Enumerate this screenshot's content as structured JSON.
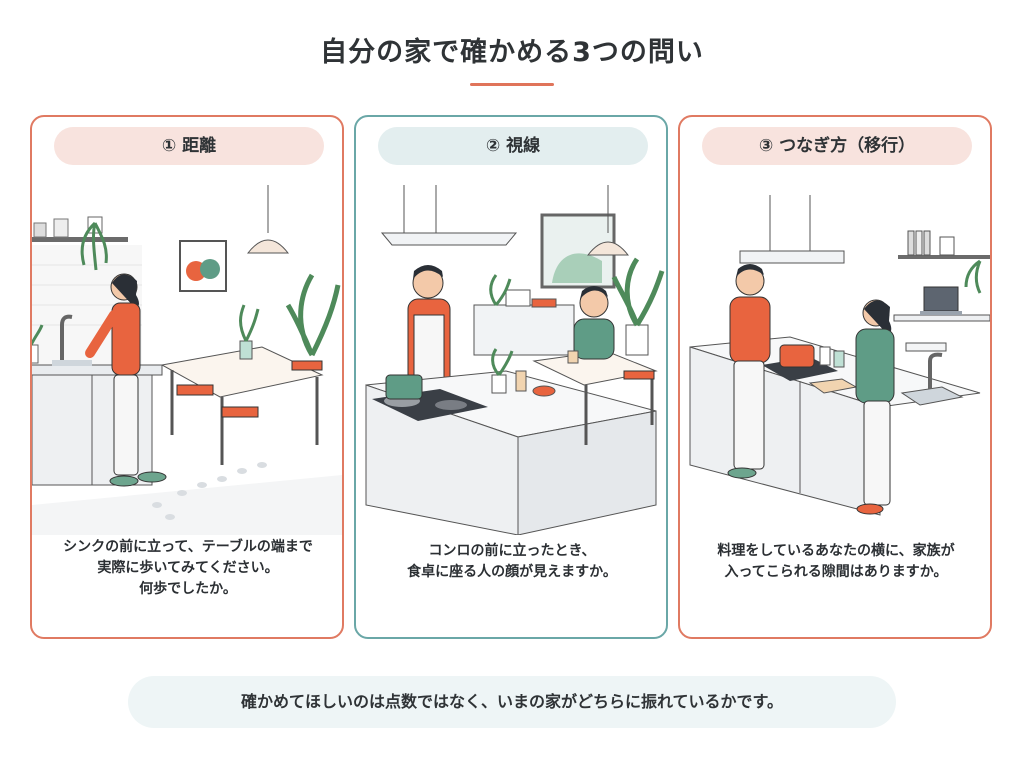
{
  "title": "自分の家で確かめる3つの問い",
  "cards": [
    {
      "label": "① 距離",
      "lines": [
        "シンクの前に立って、テーブルの端まで",
        "実際に歩いてみてください。",
        "何歩でしたか。"
      ]
    },
    {
      "label": "② 視線",
      "lines": [
        "コンロの前に立ったとき、",
        "食卓に座る人の顔が見えますか。"
      ]
    },
    {
      "label": "③ つなぎ方（移行）",
      "lines": [
        "料理をしているあなたの横に、家族が",
        "入ってこられる隙間はありますか。"
      ]
    }
  ],
  "footer": "確かめてほしいのは点数ではなく、いまの家がどちらに振れているかです。",
  "colors": {
    "accent": "#e0745a",
    "teal": "#6aa7a7",
    "shirt_orange": "#e8643f",
    "shirt_green": "#5f9c86"
  }
}
